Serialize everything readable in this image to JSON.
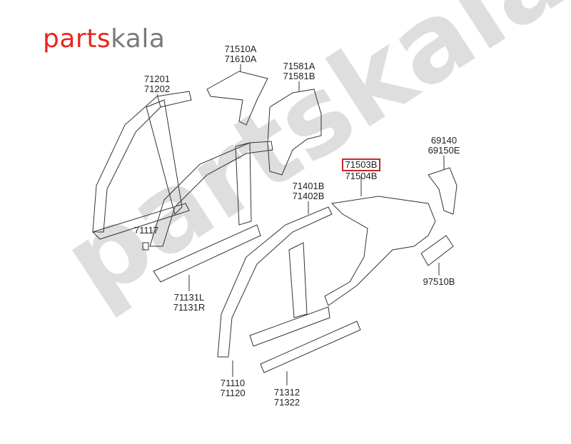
{
  "logo": {
    "part1": "parts",
    "part2": "kala"
  },
  "watermark": "partskala.ir",
  "callouts": [
    {
      "id": "a",
      "lines": [
        "71510A",
        "71610A"
      ]
    },
    {
      "id": "b",
      "lines": [
        "71581A",
        "71581B"
      ]
    },
    {
      "id": "c",
      "lines": [
        "71201",
        "71202"
      ]
    },
    {
      "id": "d",
      "lines": [
        "69140",
        "69150E"
      ]
    },
    {
      "id": "e",
      "lines": [
        "71503B",
        "71504B"
      ],
      "highlighted": "71503B",
      "highlight_color": "#c0272d"
    },
    {
      "id": "f",
      "lines": [
        "71401B",
        "71402B"
      ]
    },
    {
      "id": "g",
      "lines": [
        "71117"
      ]
    },
    {
      "id": "h",
      "lines": [
        "97510B"
      ]
    },
    {
      "id": "i",
      "lines": [
        "71131L",
        "71131R"
      ]
    },
    {
      "id": "j",
      "lines": [
        "71110",
        "71120"
      ]
    },
    {
      "id": "k",
      "lines": [
        "71312",
        "71322"
      ]
    }
  ]
}
